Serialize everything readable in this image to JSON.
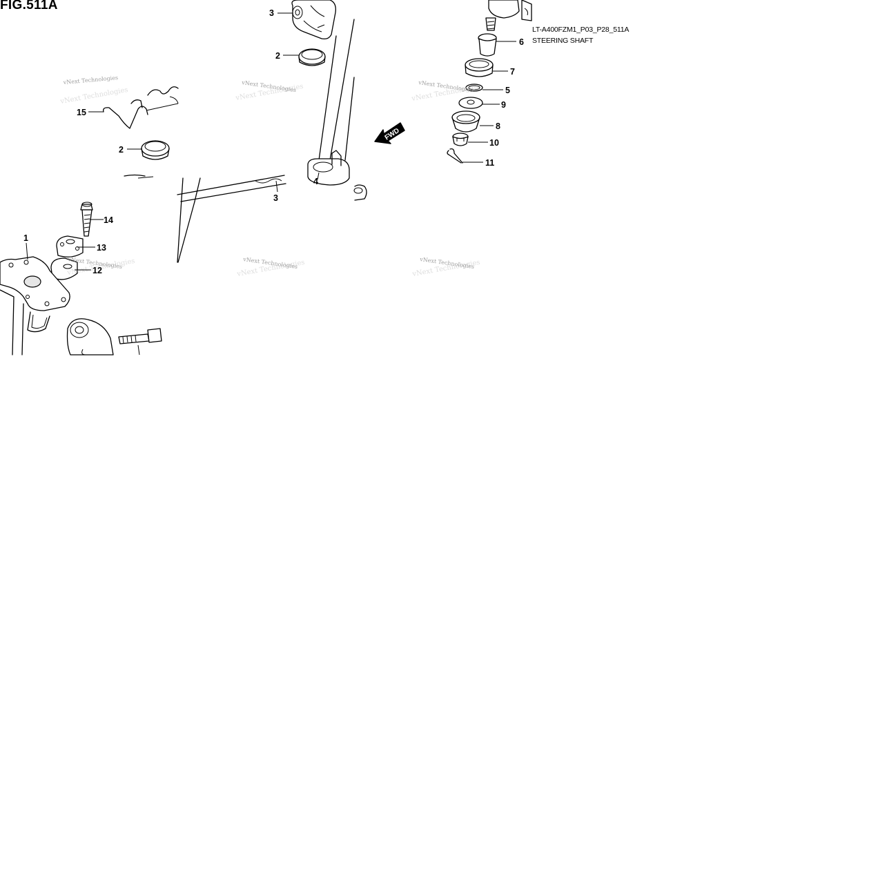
{
  "figure": {
    "title": "FIG.511A",
    "code": "LT-A400FZM1_P03_P28_511A",
    "name": "STEERING SHAFT"
  },
  "direction_marker": {
    "label": "FWD"
  },
  "watermark": {
    "text": "vNext Technologies",
    "text_large": "vNext Technologies"
  },
  "callouts": [
    "3",
    "2",
    "15",
    "2",
    "4",
    "3",
    "14",
    "1",
    "13",
    "12",
    "6",
    "7",
    "5",
    "9",
    "8",
    "10",
    "11"
  ]
}
